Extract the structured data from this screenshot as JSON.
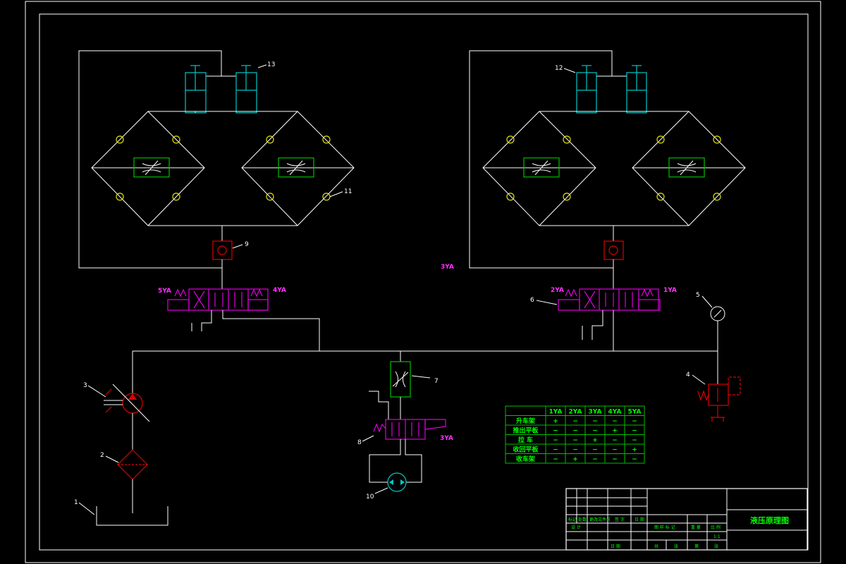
{
  "drawing": {
    "title": "液压原理图",
    "colors": {
      "background": "#000000",
      "lines": "#ffffff",
      "cylinder": "#00c8c8",
      "check_valve": "#e0e000",
      "throttle": "#00c000",
      "directional_valve": "#e000e0",
      "pump_and_relief": "#e00000",
      "table_text": "#00ff00",
      "solenoid_label": "#ff33ff"
    }
  },
  "components": {
    "c1": "1",
    "c2": "2",
    "c3": "3",
    "c4": "4",
    "c5": "5",
    "c6": "6",
    "c7": "7",
    "c8": "8",
    "c9": "9",
    "c10": "10",
    "c11": "11",
    "c12": "12",
    "c13": "13"
  },
  "solenoids": {
    "left_left": "5YA",
    "left_right": "4YA",
    "right_left": "2YA",
    "right_right": "1YA",
    "center_float": "3YA",
    "valve8": "3YA"
  },
  "action_table": {
    "headers": [
      "",
      "1YA",
      "2YA",
      "3YA",
      "4YA",
      "5YA"
    ],
    "rows": [
      {
        "action": "升车架",
        "cells": [
          "+",
          "−",
          "−",
          "−",
          "−"
        ]
      },
      {
        "action": "推出平板",
        "cells": [
          "−",
          "−",
          "−",
          "+",
          "−"
        ]
      },
      {
        "action": "拉 车",
        "cells": [
          "−",
          "−",
          "+",
          "−",
          "−"
        ]
      },
      {
        "action": "收回平板",
        "cells": [
          "−",
          "−",
          "−",
          "−",
          "+"
        ]
      },
      {
        "action": "收车架",
        "cells": [
          "−",
          "+",
          "−",
          "−",
          "−"
        ]
      }
    ]
  },
  "title_block": {
    "drawing_title": "液压原理图",
    "row1": [
      "标记",
      "处数",
      "更改文件号",
      "签 字",
      "日 期"
    ],
    "row2": [
      "设 计"
    ],
    "row3": [
      "图 样 标 记",
      "重 量",
      "比 例"
    ],
    "row4": [
      "共",
      "张",
      "第",
      "张"
    ],
    "scale_mark": "1:1",
    "approve": "日 期"
  }
}
